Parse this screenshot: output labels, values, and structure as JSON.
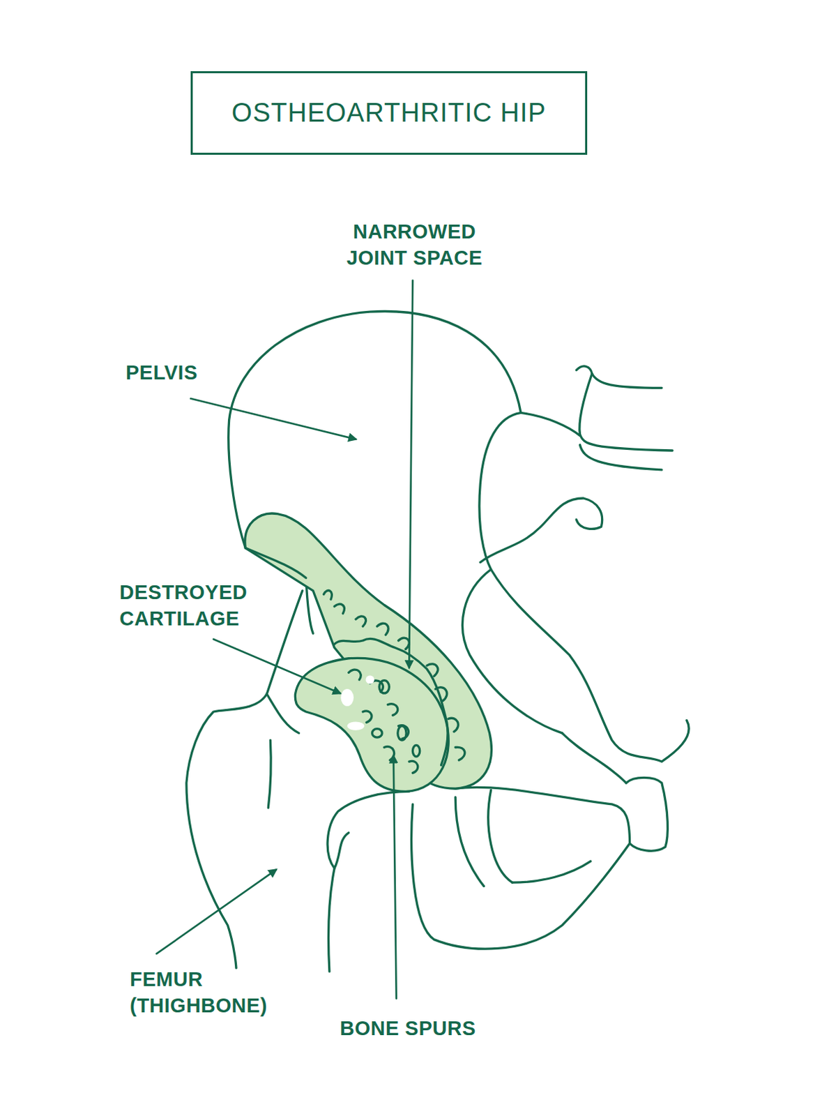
{
  "diagram": {
    "title": "OSTHEOARTHRITIC HIP",
    "labels": [
      "PELVIS",
      "NARROWED JOINT SPACE",
      "DESTROYED CARTILAGE",
      "FEMUR (THIGHBONE)",
      "BONE SPURS"
    ]
  }
}
